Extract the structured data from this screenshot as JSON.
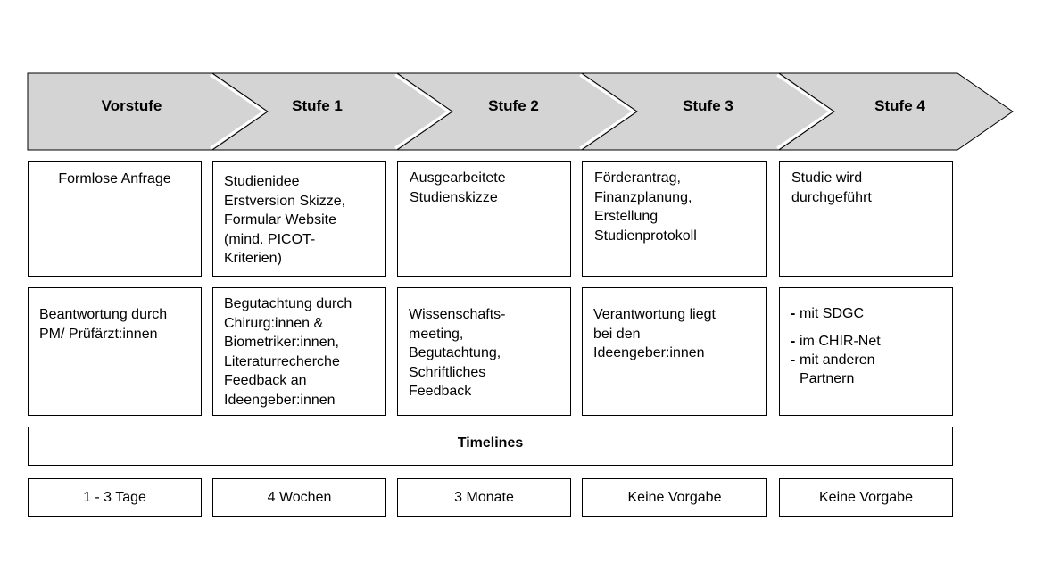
{
  "stages": [
    {
      "label": "Vorstufe"
    },
    {
      "label": "Stufe 1"
    },
    {
      "label": "Stufe 2"
    },
    {
      "label": "Stufe 3"
    },
    {
      "label": "Stufe 4"
    }
  ],
  "row1": [
    "Formlose Anfrage",
    "Studienidee\nErstversion Skizze,\nFormular Website\n(mind. PICOT-\nKriterien)",
    "Ausgearbeitete\nStudienskizze",
    "Förderantrag,\nFinanzplanung,\nErstellung\nStudienprotokoll",
    "Studie wird\ndurchgeführt"
  ],
  "row2": [
    "Beantwortung durch\nPM/ Prüfärzt:innen",
    "Begutachtung durch\nChirurg:innen &\nBiometriker:innen,\nLiteraturrecherche\nFeedback an\nIdeengeber:innen",
    "Wissenschafts-\nmeeting,\nBegutachtung,\nSchriftliches\nFeedback",
    "Verantwortung liegt\nbei den\nIdeengeber:innen"
  ],
  "row2_bullets": [
    "mit SDGC",
    "im CHIR-Net",
    "mit anderen\nPartnern"
  ],
  "timelines_label": "Timelines",
  "durations": [
    "1 - 3 Tage",
    "4 Wochen",
    "3 Monate",
    "Keine Vorgabe",
    "Keine Vorgabe"
  ],
  "colors": {
    "arrow_fill": "#d4d4d4",
    "arrow_stroke": "#000000",
    "arrow_inner": "#ffffff"
  }
}
